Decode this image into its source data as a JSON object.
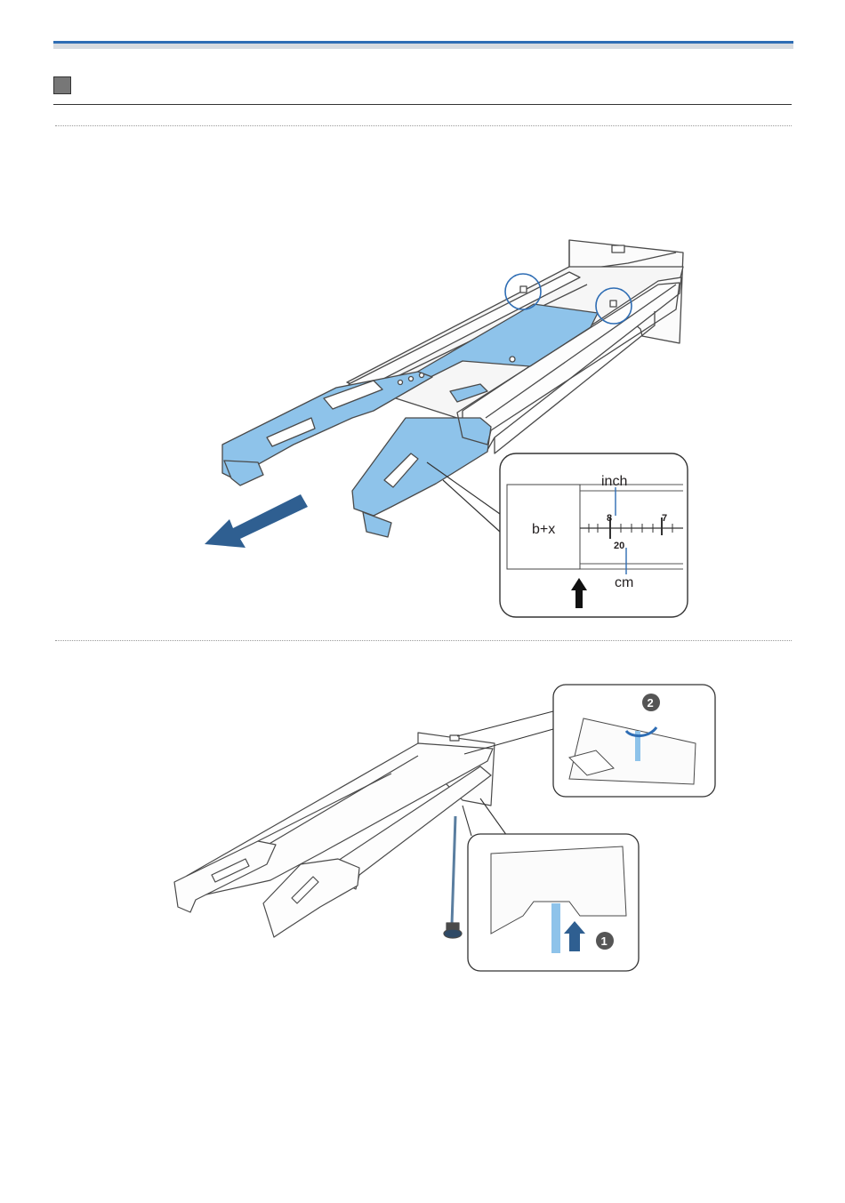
{
  "colors": {
    "accent": "#2e6db4",
    "highlight": "#8ec3ea",
    "arrow": "#2f5f91"
  },
  "figure1": {
    "callout": {
      "measure_label": "b+x",
      "inch_label": "inch",
      "cm_label": "cm",
      "inch_tick_left": "8",
      "inch_tick_right": "7",
      "cm_tick": "20"
    }
  },
  "figure2": {
    "step1_number": "1",
    "step2_number": "2"
  }
}
